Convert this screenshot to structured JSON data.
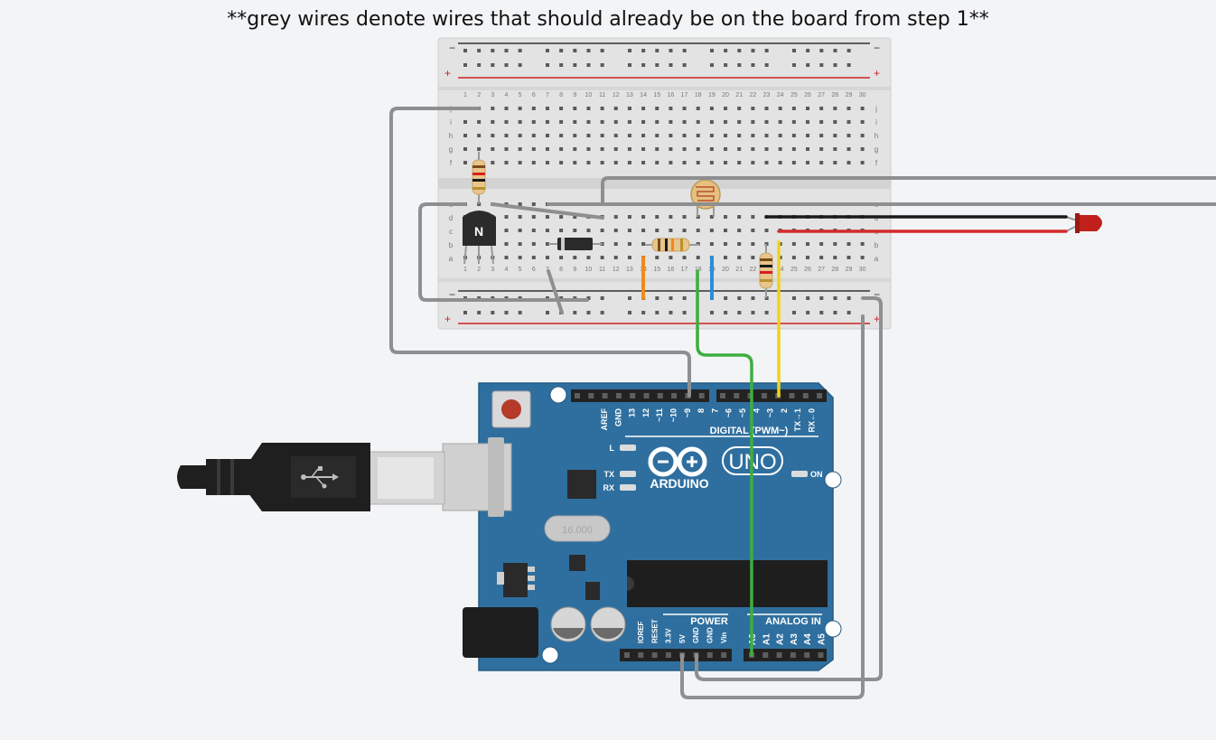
{
  "caption": "**grey wires denote wires that should already be on the board from step 1**",
  "breadboard": {
    "columns": [
      "1",
      "2",
      "3",
      "4",
      "5",
      "6",
      "7",
      "8",
      "9",
      "10",
      "11",
      "12",
      "13",
      "14",
      "15",
      "16",
      "17",
      "18",
      "19",
      "20",
      "21",
      "22",
      "23",
      "24",
      "25",
      "26",
      "27",
      "28",
      "29",
      "30"
    ],
    "rows_top": [
      "j",
      "i",
      "h",
      "g",
      "f"
    ],
    "rows_bottom": [
      "e",
      "d",
      "c",
      "b",
      "a"
    ],
    "rail_minus": "−",
    "rail_plus": "+"
  },
  "transistor": {
    "label": "N"
  },
  "arduino": {
    "digital_pins": [
      "AREF",
      "GND",
      "13",
      "12",
      "~11",
      "~10",
      "~9",
      "8",
      "7",
      "~6",
      "~5",
      "4",
      "~3",
      "2",
      "TX→1",
      "RX←0"
    ],
    "digital_header": "DIGITAL (PWM~)",
    "led_labels": [
      "L",
      "TX",
      "RX",
      "ON"
    ],
    "brand": "ARDUINO",
    "model": "UNO",
    "crystal": "16.000",
    "power_header": "POWER",
    "analog_header": "ANALOG IN",
    "power_pins": [
      "IOREF",
      "RESET",
      "3.3V",
      "5V",
      "GND",
      "GND",
      "Vin"
    ],
    "analog_pins": [
      "A0",
      "A1",
      "A2",
      "A3",
      "A4",
      "A5"
    ]
  },
  "colors": {
    "board_blue": "#2f6f9f",
    "wire_grey": "#8d8f91",
    "wire_green": "#3dae3f",
    "wire_yellow": "#f2d21b",
    "wire_red": "#d42a2a",
    "wire_black": "#1a1a1a",
    "wire_orange": "#f08a1c",
    "wire_blue": "#2a8ed8",
    "led_red": "#c0201b"
  }
}
